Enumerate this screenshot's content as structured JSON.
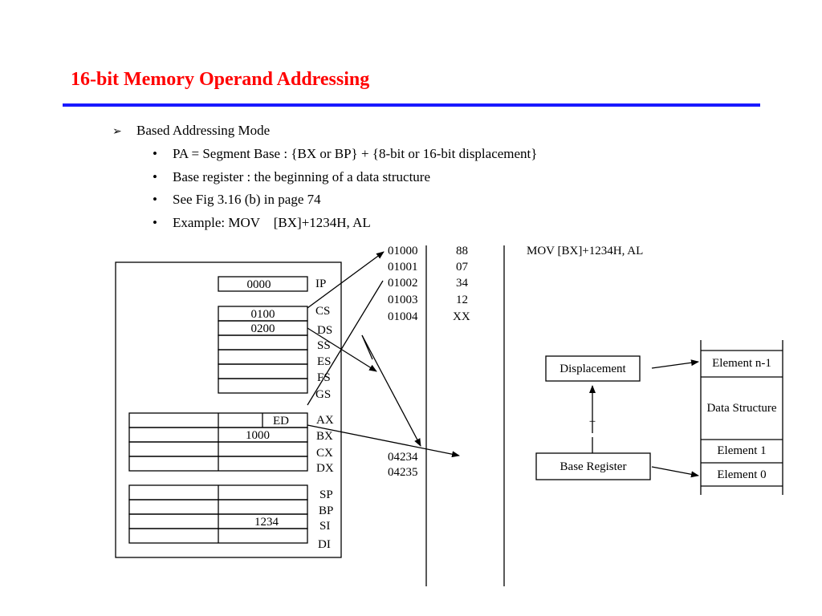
{
  "slide": {
    "title": "16-bit Memory Operand Addressing",
    "heading": "Based Addressing Mode",
    "bullets": [
      "PA = Segment Base : {BX or BP} + {8-bit or 16-bit displacement}",
      "Base register : the beginning of a data structure",
      "See Fig 3.16 (b) in page 74",
      "Example: MOV    [BX]+1234H, AL"
    ],
    "bullet_glyph": "•",
    "arrow_glyph": "➢",
    "title_color": "#ff0000",
    "rule_color": "#1a1aff"
  },
  "registers": {
    "ip": {
      "name": "IP",
      "value": "0000"
    },
    "segment": [
      {
        "name": "CS",
        "value": "0100"
      },
      {
        "name": "DS",
        "value": "0200"
      },
      {
        "name": "SS",
        "value": ""
      },
      {
        "name": "ES",
        "value": ""
      },
      {
        "name": "FS",
        "value": ""
      },
      {
        "name": "GS",
        "value": ""
      }
    ],
    "general": [
      {
        "name": "AX",
        "value_high": "",
        "value_low": "ED"
      },
      {
        "name": "BX",
        "value": "1000"
      },
      {
        "name": "CX",
        "value": ""
      },
      {
        "name": "DX",
        "value": ""
      }
    ],
    "pointer": [
      {
        "name": "SP",
        "value": ""
      },
      {
        "name": "BP",
        "value": ""
      },
      {
        "name": "SI",
        "value": "1234"
      },
      {
        "name": "DI",
        "value": ""
      }
    ]
  },
  "memory": {
    "rows": [
      {
        "address": "01000",
        "value": "88"
      },
      {
        "address": "01001",
        "value": "07"
      },
      {
        "address": "01002",
        "value": "34"
      },
      {
        "address": "01003",
        "value": "12"
      },
      {
        "address": "01004",
        "value": "XX"
      }
    ],
    "target_rows": [
      {
        "address": "04234"
      },
      {
        "address": "04235"
      }
    ],
    "instruction": "MOV [BX]+1234H, AL"
  },
  "structure_diagram": {
    "displacement": "Displacement",
    "base_register": "Base Register",
    "plus": "+",
    "elements": {
      "top": "Element n-1",
      "middle": "Data Structure",
      "second": "Element 1",
      "bottom": "Element 0"
    }
  }
}
